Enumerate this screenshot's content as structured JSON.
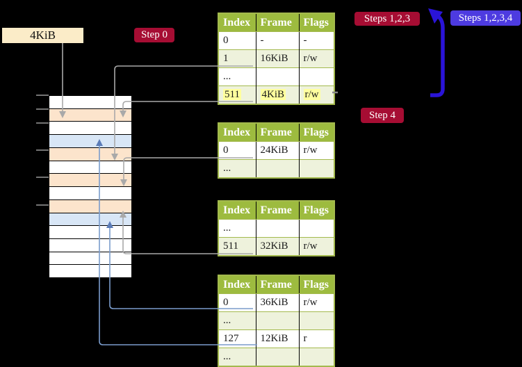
{
  "labels": {
    "frame_box": "4KiB"
  },
  "badges": {
    "step0": "Step 0",
    "steps123": "Steps 1,2,3",
    "steps1234": "Steps 1,2,3,4",
    "step4": "Step 4"
  },
  "tables": [
    {
      "name": "page-table-level-4",
      "headers": [
        "Index",
        "Frame",
        "Flags"
      ],
      "rows": [
        {
          "cells": [
            "0",
            "-",
            "-"
          ]
        },
        {
          "cells": [
            "1",
            "16KiB",
            "r/w"
          ]
        },
        {
          "cells": [
            "...",
            "",
            ""
          ]
        },
        {
          "cells": [
            "511",
            "4KiB",
            "r/w"
          ],
          "highlight": true
        }
      ]
    },
    {
      "name": "page-table-level-3",
      "headers": [
        "Index",
        "Frame",
        "Flags"
      ],
      "rows": [
        {
          "cells": [
            "0",
            "24KiB",
            "r/w"
          ]
        },
        {
          "cells": [
            "...",
            "",
            ""
          ]
        }
      ]
    },
    {
      "name": "page-table-level-2",
      "headers": [
        "Index",
        "Frame",
        "Flags"
      ],
      "rows": [
        {
          "cells": [
            "...",
            "",
            ""
          ]
        },
        {
          "cells": [
            "511",
            "32KiB",
            "r/w"
          ]
        }
      ]
    },
    {
      "name": "page-table-level-1",
      "headers": [
        "Index",
        "Frame",
        "Flags"
      ],
      "rows": [
        {
          "cells": [
            "0",
            "36KiB",
            "r/w"
          ]
        },
        {
          "cells": [
            "...",
            "",
            ""
          ]
        },
        {
          "cells": [
            "127",
            "12KiB",
            "r"
          ]
        },
        {
          "cells": [
            "...",
            "",
            ""
          ]
        }
      ]
    }
  ],
  "memory_strip": {
    "rows": [
      {
        "kind": "plain"
      },
      {
        "kind": "table"
      },
      {
        "kind": "plain"
      },
      {
        "kind": "page"
      },
      {
        "kind": "table"
      },
      {
        "kind": "plain"
      },
      {
        "kind": "table"
      },
      {
        "kind": "plain"
      },
      {
        "kind": "table"
      },
      {
        "kind": "page"
      },
      {
        "kind": "plain"
      },
      {
        "kind": "plain"
      },
      {
        "kind": "plain"
      },
      {
        "kind": "plain"
      }
    ]
  },
  "colors": {
    "header_green": "#9dbb3f",
    "row_green": "#eef2dc",
    "table_border": "#a3b94d",
    "frame_peach": "#fce4cc",
    "frame_blue": "#d8e6f6",
    "frame_cream": "#fbecc8",
    "crimson": "#a60d33",
    "badge_blue": "#4d3be0",
    "arrow_blue": "#2a14d8",
    "connector_gray": "#a9a9a9",
    "connector_blue": "#7a9ccc",
    "highlight_yellow": "#ffff9e"
  }
}
